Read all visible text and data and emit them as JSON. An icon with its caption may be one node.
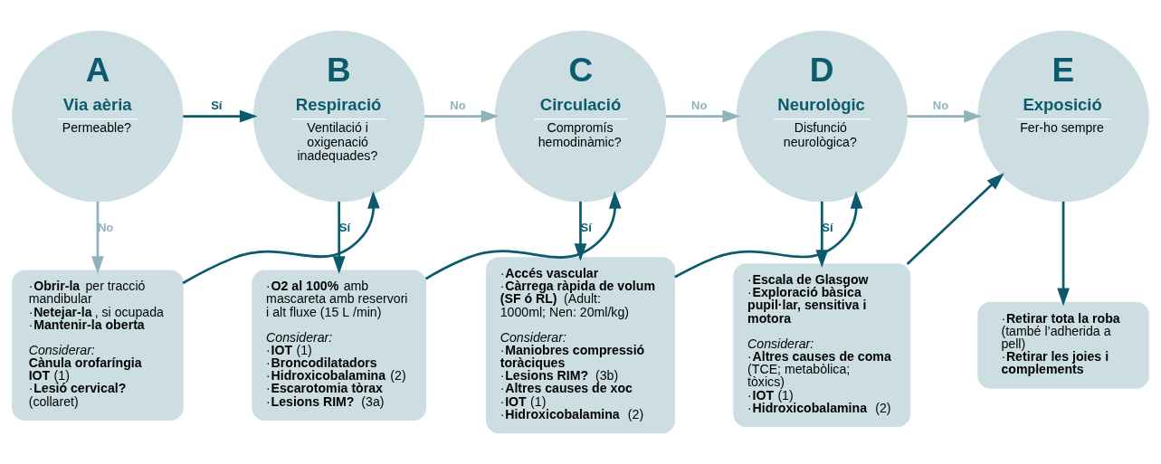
{
  "diagram": {
    "nodes": [
      {
        "text": [
          "A",
          "Via aèria",
          "Permeable?"
        ]
      },
      {
        "text": [
          "B",
          "Respiració",
          "Ventilació i oxigenació inadequades?"
        ]
      },
      {
        "text": [
          "C",
          "Circulació",
          "Compromís hemodinàmic?"
        ]
      },
      {
        "text": [
          "D",
          "Neurològic",
          "Disfunció neurològica?"
        ]
      },
      {
        "text": [
          "E",
          "Exposició",
          "Fer-ho sempre"
        ]
      },
      {
        "text": [
          "·**Obrir-la** per tracció mandibular",
          "·**Netejar-la**, si ocupada",
          "·**Mantenir-la oberta**",
          "*Considerar:*",
          "**Cànula orofaríngia**",
          "**IOT** (1)",
          "·**Lesió cervical?** (collaret)"
        ]
      },
      {
        "text": [
          "·**O2 al 100%** amb mascareta amb reservori i alt fluxe (15 L /min)",
          "*Considerar:*",
          "·**IOT** (1)",
          "·**Broncodilatadors**",
          "·**Hidroxicobalamina**(2)",
          "·**Escarotomia tòrax**",
          "·**Lesions RIM?** (3a)"
        ]
      },
      {
        "text": [
          "·**Accés vascular**",
          "·**Càrrega ràpida de volum (SF ó RL)** (Adult: 1000ml; Nen: 20ml/kg)",
          "*Considerar:*",
          "·**Maniobres compressió toràciques**",
          "·**Lesions RIM?** (3b)",
          "·**Altres causes de xoc**",
          "·**IOT** (1)",
          "·**Hidroxicobalamina** (2)"
        ]
      },
      {
        "text": [
          "·**Escala de Glasgow**",
          "·**Exploració bàsica pupil·lar, sensitiva i motora**",
          "*Considerar:*",
          "·**Altres causes de coma** (TCE; metabòlica; tòxics)",
          "·**IOT** (1)",
          "·**Hidroxicobalamina** (2)"
        ]
      },
      {
        "text": [
          "·**Retirar tota la roba** (també l’adherida a pell)",
          "·**Retirar les joies i complements**"
        ]
      }
    ],
    "edges": [
      {
        "from": 0,
        "to": 1,
        "label": "Sí",
        "arrow": "to"
      },
      {
        "from": 1,
        "to": 2,
        "label": "No",
        "arrow": "to",
        "color": "#8fb3bd"
      },
      {
        "from": 2,
        "to": 3,
        "label": "No",
        "arrow": "to",
        "color": "#8fb3bd"
      },
      {
        "from": 3,
        "to": 4,
        "label": "No",
        "arrow": "to",
        "color": "#8fb3bd"
      },
      {
        "from": 0,
        "to": 5,
        "label": "No",
        "arrow": "to",
        "color": "#8fb3bd"
      },
      {
        "from": 1,
        "to": 6,
        "label": "Sí",
        "arrow": "to"
      },
      {
        "from": 2,
        "to": 7,
        "label": "Sí",
        "arrow": "to"
      },
      {
        "from": 3,
        "to": 8,
        "label": "Sí",
        "arrow": "to"
      },
      {
        "from": 4,
        "to": 9,
        "arrow": "to"
      },
      {
        "from": 5,
        "to": 1,
        "arrow": "to"
      },
      {
        "from": 6,
        "to": 2,
        "arrow": "to"
      },
      {
        "from": 7,
        "to": 3,
        "arrow": "to"
      },
      {
        "from": 8,
        "to": 4,
        "arrow": "to"
      }
    ]
  }
}
